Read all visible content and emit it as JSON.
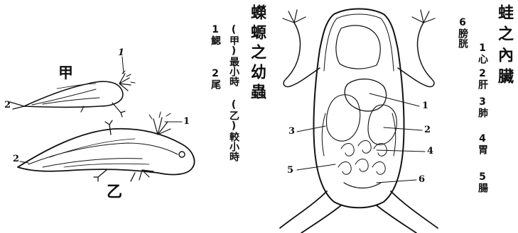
{
  "left_panel": {
    "title": "蠑螈之幼蟲",
    "caption_jia": "(甲)最小時",
    "caption_yi": "(乙)較小時",
    "legend_1": "1鰓",
    "legend_2": "2尾",
    "fig_label_jia": "甲",
    "fig_label_yi": "乙",
    "marker_jia_1": "1",
    "marker_jia_2": "2",
    "marker_yi_1": "1",
    "marker_yi_2": "2"
  },
  "right_panel": {
    "title": "蛙之內臟",
    "legend": [
      "1心",
      "2肝",
      "3肺",
      "4胃",
      "5腸",
      "6膀胱"
    ],
    "markers": [
      "1",
      "2",
      "3",
      "4",
      "5",
      "6"
    ]
  }
}
